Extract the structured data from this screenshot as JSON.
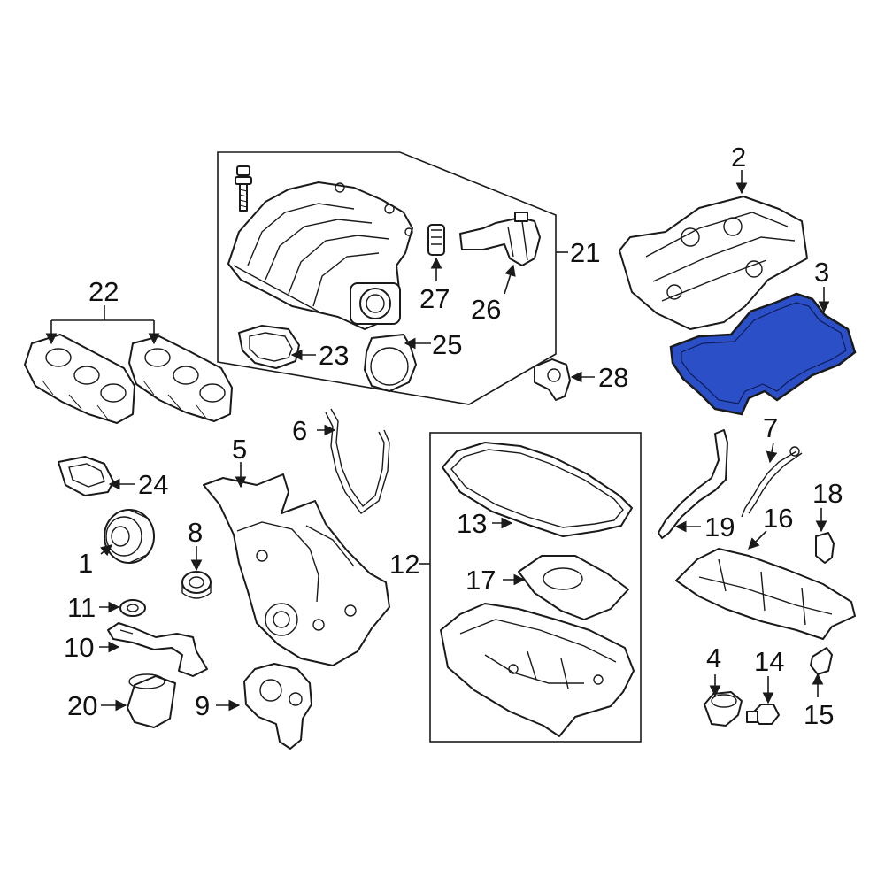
{
  "colors": {
    "highlight": "#2b4fc6",
    "line": "#1a1a1a",
    "background": "#ffffff"
  },
  "callouts": {
    "c1": "1",
    "c2": "2",
    "c3": "3",
    "c4": "4",
    "c5": "5",
    "c6": "6",
    "c7": "7",
    "c8": "8",
    "c9": "9",
    "c10": "10",
    "c11": "11",
    "c12": "12",
    "c13": "13",
    "c14": "14",
    "c15": "15",
    "c16": "16",
    "c17": "17",
    "c18": "18",
    "c19": "19",
    "c20": "20",
    "c21": "21",
    "c22": "22",
    "c23": "23",
    "c24": "24",
    "c25": "25",
    "c26": "26",
    "c27": "27",
    "c28": "28"
  },
  "highlighted_part": "3"
}
